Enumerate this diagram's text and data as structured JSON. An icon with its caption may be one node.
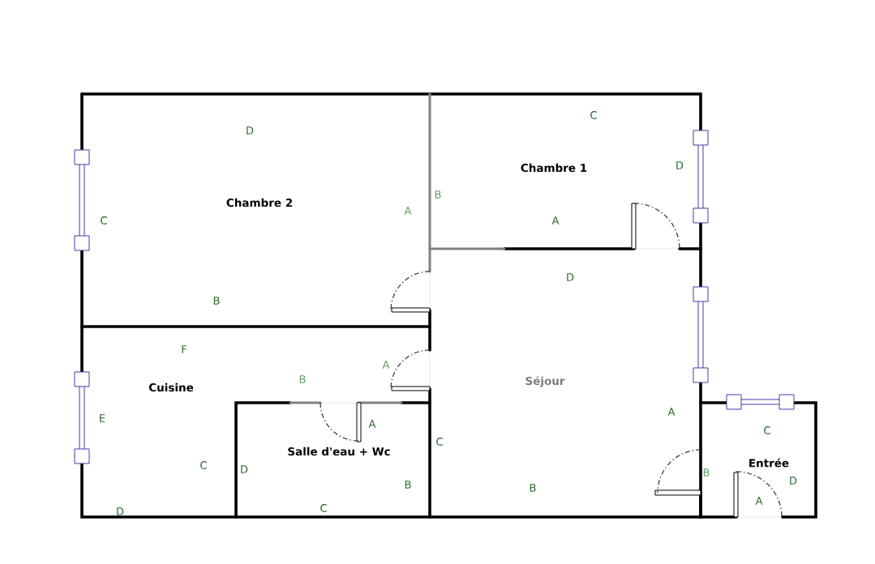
{
  "diagram": {
    "labels": [
      "D",
      "C",
      "Chambre 1",
      "D",
      "B",
      "Chambre 2",
      "A",
      "C",
      "A",
      "D",
      "B",
      "F",
      "A",
      "B",
      "Séjour",
      "Cuisine",
      "A",
      "E",
      "A",
      "C",
      "C",
      "Salle d'eau + Wc",
      "Entrée",
      "C",
      "D",
      "B",
      "D",
      "B",
      "B",
      "A",
      "C",
      "D"
    ]
  }
}
